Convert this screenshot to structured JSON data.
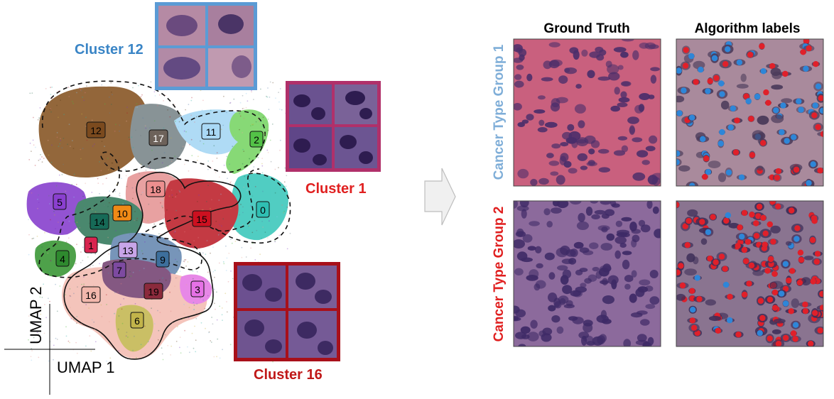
{
  "axes": {
    "x_label": "UMAP 1",
    "y_label": "UMAP 2"
  },
  "cluster_labels": [
    {
      "id": "12",
      "color": "#7b4a1e",
      "text_color": "#000000"
    },
    {
      "id": "17",
      "color": "#6d625a",
      "text_color": "#ffffff"
    },
    {
      "id": "11",
      "color": "#a9d8f5",
      "text_color": "#000000"
    },
    {
      "id": "2",
      "color": "#53c247",
      "text_color": "#000000"
    },
    {
      "id": "0",
      "color": "#2fbfb3",
      "text_color": "#000000"
    },
    {
      "id": "18",
      "color": "#ec8f8f",
      "text_color": "#000000"
    },
    {
      "id": "15",
      "color": "#cc1020",
      "text_color": "#000000"
    },
    {
      "id": "5",
      "color": "#8a3fcf",
      "text_color": "#000000"
    },
    {
      "id": "10",
      "color": "#f08a16",
      "text_color": "#000000"
    },
    {
      "id": "14",
      "color": "#166a57",
      "text_color": "#000000"
    },
    {
      "id": "1",
      "color": "#d8244f",
      "text_color": "#000000"
    },
    {
      "id": "13",
      "color": "#c8a5e8",
      "text_color": "#000000"
    },
    {
      "id": "9",
      "color": "#3d6f9c",
      "text_color": "#000000"
    },
    {
      "id": "4",
      "color": "#2e8a2e",
      "text_color": "#000000"
    },
    {
      "id": "7",
      "color": "#7d4aa0",
      "text_color": "#000000"
    },
    {
      "id": "16",
      "color": "#f2b7ac",
      "text_color": "#000000"
    },
    {
      "id": "19",
      "color": "#8b2a3c",
      "text_color": "#000000"
    },
    {
      "id": "3",
      "color": "#e671e6",
      "text_color": "#000000"
    },
    {
      "id": "6",
      "color": "#c2b44a",
      "text_color": "#000000"
    }
  ],
  "callouts": {
    "cluster12": {
      "label": "Cluster 12",
      "color": "#3a85c6",
      "frame": "#5b9bd5"
    },
    "cluster1": {
      "label": "Cluster 1",
      "color": "#e02020",
      "frame": "#b0306a"
    },
    "cluster16": {
      "label": "Cluster 16",
      "color": "#c01818",
      "frame": "#a8101a"
    }
  },
  "panel": {
    "col_headers": [
      "Ground Truth",
      "Algorithm labels"
    ],
    "row_headers": [
      {
        "text": "Cancer Type Group 1",
        "color": "#7faed8"
      },
      {
        "text": "Cancer Type Group 2",
        "color": "#e02020"
      }
    ]
  },
  "colors": {
    "group1_dot": "#2e86d8",
    "group2_dot": "#e0202a",
    "tissue_pink": "#c46a86",
    "tissue_purple": "#5a3a80"
  },
  "icons": {
    "arrow": "right-arrow-icon"
  }
}
